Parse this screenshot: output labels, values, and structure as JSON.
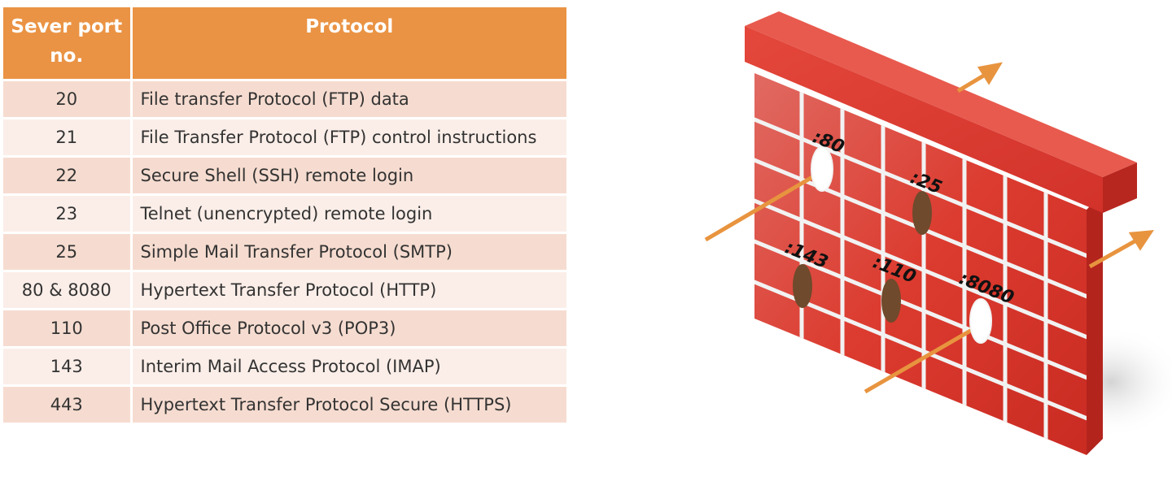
{
  "table": {
    "headers": [
      "Sever port no.",
      "Protocol"
    ],
    "header_line1": "Sever port",
    "header_line2": "no.",
    "header_protocol": "Protocol",
    "rows": [
      {
        "port": "20",
        "protocol": "File transfer  Protocol (FTP) data"
      },
      {
        "port": "21",
        "protocol": "File Transfer  Protocol (FTP)  control instructions"
      },
      {
        "port": "22",
        "protocol": "Secure Shell (SSH) remote login"
      },
      {
        "port": "23",
        "protocol": "Telnet  (unencrypted)  remote login"
      },
      {
        "port": "25",
        "protocol": "Simple Mail Transfer  Protocol (SMTP)"
      },
      {
        "port": "80 & 8080",
        "protocol": "Hypertext Transfer  Protocol (HTTP)"
      },
      {
        "port": "110",
        "protocol": "Post Office Protocol v3 (POP3)"
      },
      {
        "port": "143",
        "protocol": "Interim Mail Access Protocol (IMAP)"
      },
      {
        "port": "443",
        "protocol": "Hypertext Transfer  Protocol Secure (HTTPS)"
      }
    ],
    "colors": {
      "header": "#ea9344",
      "row_odd": "#f6dcd0",
      "row_even": "#fbeee8"
    }
  },
  "firewall": {
    "port_labels": {
      "p80": ":80",
      "p25": ":25",
      "p143": ":143",
      "p110": ":110",
      "p8080": ":8080"
    },
    "open_ports": [
      ":80",
      ":8080"
    ],
    "blocked_ports": [
      ":25",
      ":143",
      ":110"
    ],
    "colors": {
      "brick": "#dd3a2e",
      "mortar": "#f2f2f2",
      "arrow": "#e8943f"
    }
  }
}
